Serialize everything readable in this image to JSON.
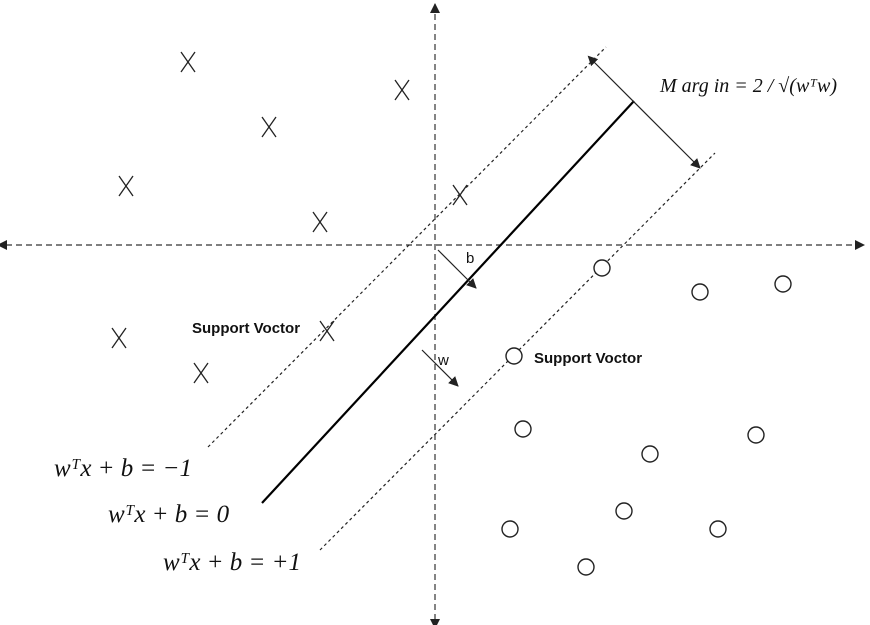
{
  "labels": {
    "b": "b",
    "w": "w",
    "support_vector_left": "Support Voctor",
    "support_vector_right": "Support Voctor",
    "eq_minus": "wᵀx + b = −1",
    "eq_zero": "wᵀx + b = 0",
    "eq_plus": "wᵀx + b = +1",
    "margin": "M arg in = 2 / √(wᵀw)"
  },
  "points": {
    "class_x": "X",
    "class_o": "O"
  }
}
